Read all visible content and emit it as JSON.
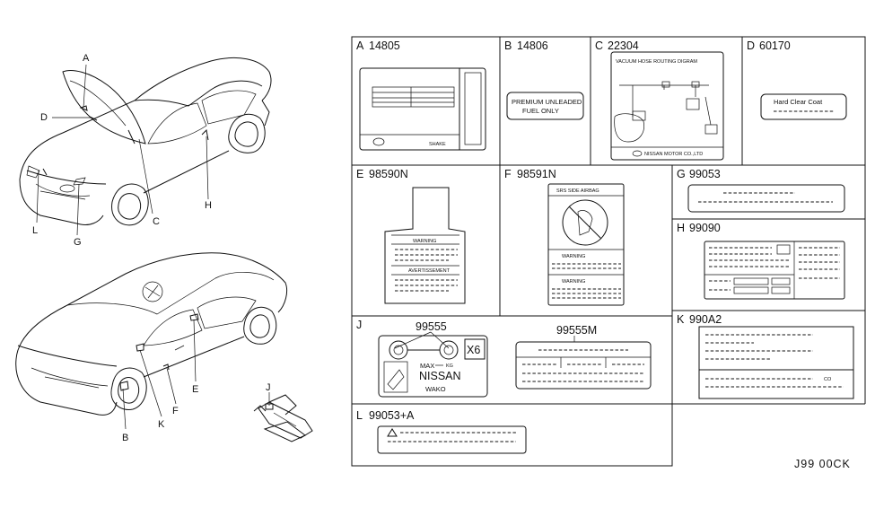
{
  "callouts": {
    "A": "A",
    "B": "B",
    "C": "C",
    "D": "D",
    "E": "E",
    "F": "F",
    "G": "G",
    "H": "H",
    "J": "J",
    "K": "K",
    "L": "L"
  },
  "cells": [
    {
      "id": "A",
      "part": "14805"
    },
    {
      "id": "B",
      "part": "14806"
    },
    {
      "id": "C",
      "part": "22304"
    },
    {
      "id": "D",
      "part": "60170"
    },
    {
      "id": "E",
      "part": "98590N"
    },
    {
      "id": "F",
      "part": "98591N"
    },
    {
      "id": "G",
      "part": "99053"
    },
    {
      "id": "H",
      "part": "99090"
    },
    {
      "id": "J",
      "part": ""
    },
    {
      "id": "K",
      "part": "990A2"
    },
    {
      "id": "L",
      "part": "99053+A"
    }
  ],
  "labels": {
    "b_line1": "PREMIUM UNLEADED",
    "b_line2": "FUEL ONLY",
    "c_title": "VACUUM HOSE ROUTING DIGRAM",
    "c_footer": "NISSAN MOTOR CO.,LTD",
    "d_text": "Hard Clear Coat",
    "a_small": "SHAKE",
    "e_warn": "WARNING",
    "e_notice": "AVERTISSEMENT",
    "f_title": "SRS SIDE AIRBAG",
    "f_warn1": "WARNING",
    "f_warn2": "WARNING",
    "j_part1": "99555",
    "j_part2": "99555M",
    "j_x6": "X6",
    "j_max": "MAX",
    "j_kg": "KG",
    "j_brand": "NISSAN",
    "j_wako": "WAKO",
    "k_co": "CO"
  },
  "diagram_code": "J99 00CK"
}
